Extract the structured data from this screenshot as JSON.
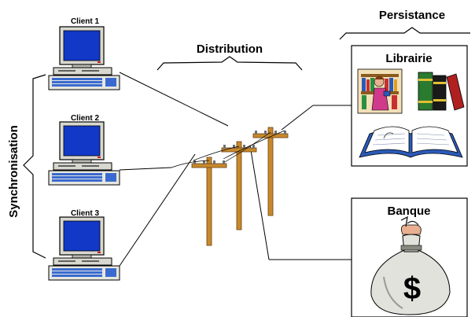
{
  "labels": {
    "synchronisation": "Synchronisation",
    "distribution": "Distribution",
    "persistance": "Persistance"
  },
  "clients": [
    {
      "name": "Client 1"
    },
    {
      "name": "Client 2"
    },
    {
      "name": "Client 3"
    }
  ],
  "services": {
    "librairie": {
      "title": "Librairie"
    },
    "banque": {
      "title": "Banque",
      "symbol": "$"
    }
  },
  "icons": [
    "computer-icon",
    "utility-pole-icon",
    "books-icon",
    "open-book-icon",
    "money-bag-icon"
  ],
  "colors": {
    "screen": "#1238c8",
    "monitor": "#d8d8d0",
    "pole": "#c8892c",
    "book_blue": "#2a5ab8",
    "bag": "#e2e2dc",
    "wire": "#000000"
  }
}
